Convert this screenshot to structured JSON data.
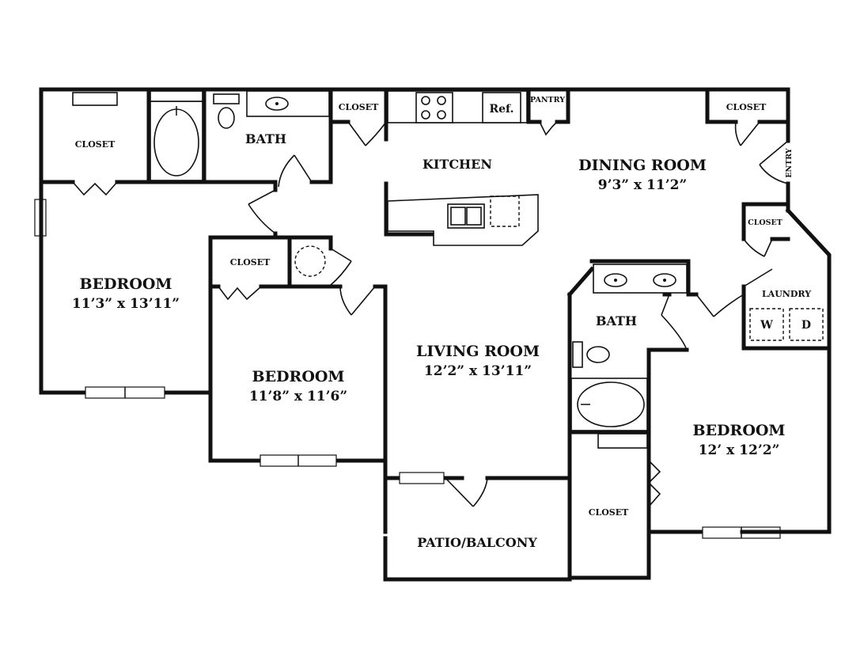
{
  "rooms": {
    "bedroom1": {
      "name": "BEDROOM",
      "size": "11’3” x 13’11”"
    },
    "bedroom2": {
      "name": "BEDROOM",
      "size": "11’8” x 11’6”"
    },
    "bedroom3": {
      "name": "BEDROOM",
      "size": "12’ x 12’2”"
    },
    "living": {
      "name": "LIVING ROOM",
      "size": "12’2” x 13’11”"
    },
    "dining": {
      "name": "DINING ROOM",
      "size": "9’3” x 11’2”"
    },
    "kitchen": {
      "name": "KITCHEN"
    },
    "bath1": {
      "name": "BATH"
    },
    "bath2": {
      "name": "BATH"
    },
    "patio": {
      "name": "PATIO/BALCONY"
    },
    "laundry": {
      "name": "LAUNDRY"
    },
    "closets": [
      "CLOSET",
      "CLOSET",
      "CLOSET",
      "CLOSET",
      "CLOSET",
      "CLOSET"
    ],
    "pantry": "PANTRY",
    "entry": "ENTRY"
  },
  "fixtures": {
    "refrigerator": "Ref.",
    "washer": "W",
    "dryer": "D"
  }
}
